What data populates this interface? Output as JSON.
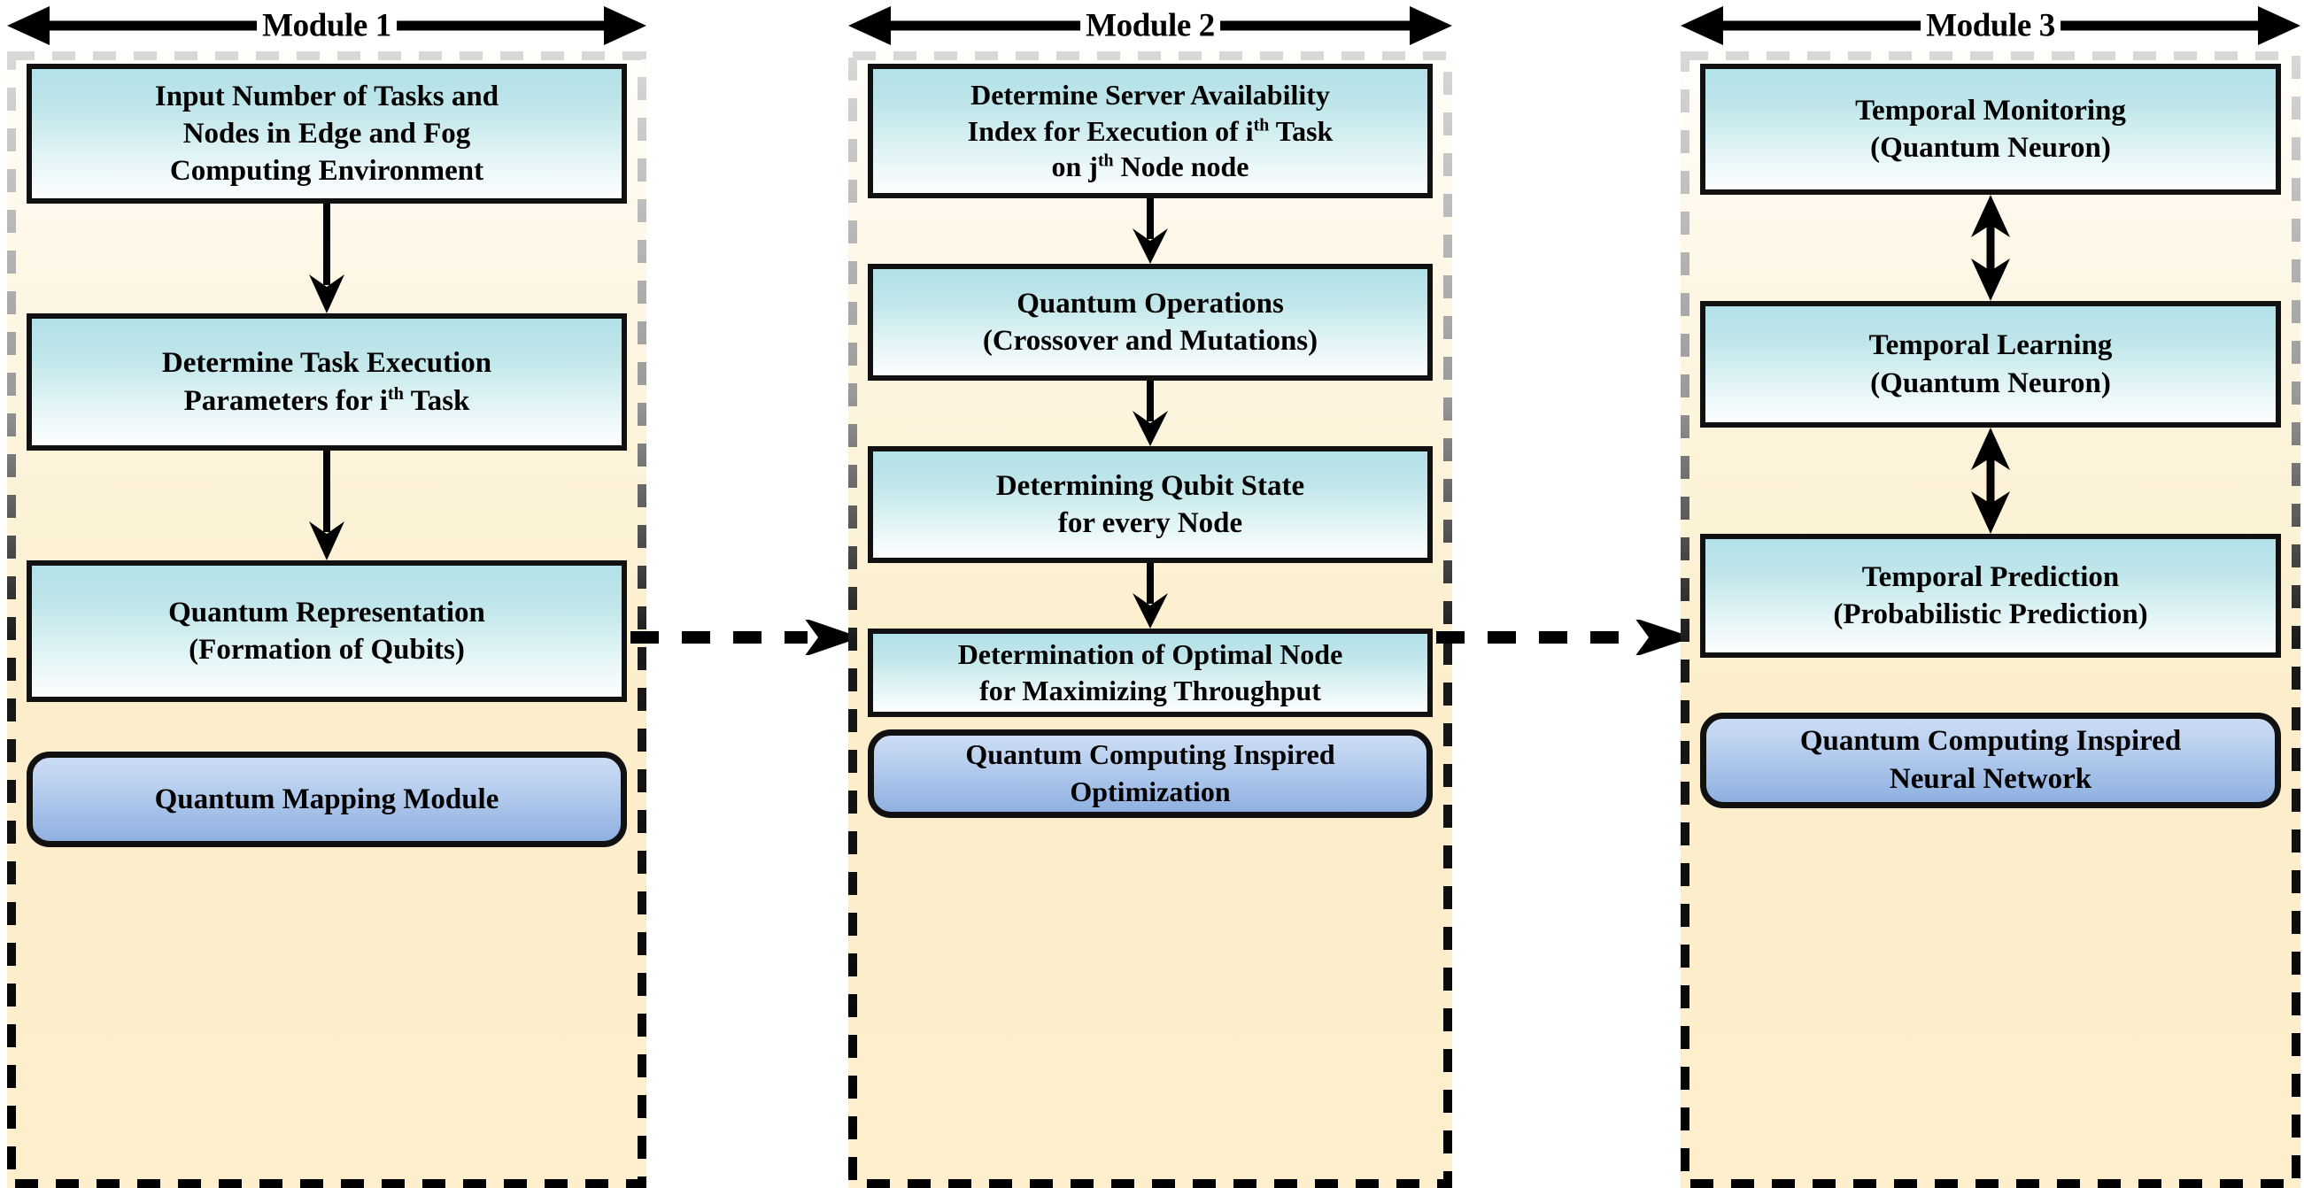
{
  "diagram": {
    "title": "Quantum Computing Inspired Framework — three module pipeline",
    "colors": {
      "process_box_top": "#b2e1e8",
      "process_box_bottom": "#ffffff",
      "module_label_top": "#ccdcf4",
      "module_label_bottom": "#8fb0e0",
      "container_background": "#fdefcb",
      "border": "#111111"
    }
  },
  "modules": [
    {
      "header": "Module 1",
      "header_icon": "double-headed-arrow-icon",
      "steps": [
        {
          "line1": "Input Number of Tasks and",
          "line2": "Nodes in Edge and Fog",
          "line3": "Computing Environment"
        },
        {
          "line1": "Determine Task Execution",
          "line2_pre": "Parameters for i",
          "line2_sup": "th",
          "line2_post": " Task"
        },
        {
          "line1": "Quantum Representation",
          "line2": "(Formation of Qubits)"
        }
      ],
      "connectors": [
        "down-arrow-icon",
        "down-arrow-icon"
      ],
      "label": {
        "line1": "Quantum Mapping Module"
      }
    },
    {
      "header": "Module 2",
      "header_icon": "double-headed-arrow-icon",
      "steps": [
        {
          "line1": "Determine Server Availability",
          "line2_pre": "Index for Execution of i",
          "line2_sup": "th",
          "line2_post": " Task",
          "line3_pre": "on j",
          "line3_sup": "th",
          "line3_post": " Node node"
        },
        {
          "line1": "Quantum Operations",
          "line2": "(Crossover and Mutations)"
        },
        {
          "line1": "Determining Qubit State",
          "line2": "for every Node"
        },
        {
          "line1": "Determination of Optimal Node",
          "line2": "for Maximizing Throughput"
        }
      ],
      "connectors": [
        "down-arrow-icon",
        "down-arrow-icon",
        "down-arrow-icon"
      ],
      "label": {
        "line1": "Quantum Computing Inspired",
        "line2": "Optimization"
      }
    },
    {
      "header": "Module 3",
      "header_icon": "double-headed-arrow-icon",
      "steps": [
        {
          "line1": "Temporal Monitoring",
          "line2": "(Quantum Neuron)"
        },
        {
          "line1": "Temporal Learning",
          "line2": "(Quantum Neuron)"
        },
        {
          "line1": "Temporal Prediction",
          "line2": "(Probabilistic Prediction)"
        }
      ],
      "connectors": [
        "double-vertical-arrow-icon",
        "double-vertical-arrow-icon"
      ],
      "label": {
        "line1": "Quantum Computing Inspired",
        "line2": "Neural Network"
      }
    }
  ],
  "inter_module_connectors": [
    {
      "icon": "dashed-right-arrow-icon",
      "from": "Module 1",
      "to": "Module 2"
    },
    {
      "icon": "dashed-right-arrow-icon",
      "from": "Module 2",
      "to": "Module 3"
    }
  ]
}
